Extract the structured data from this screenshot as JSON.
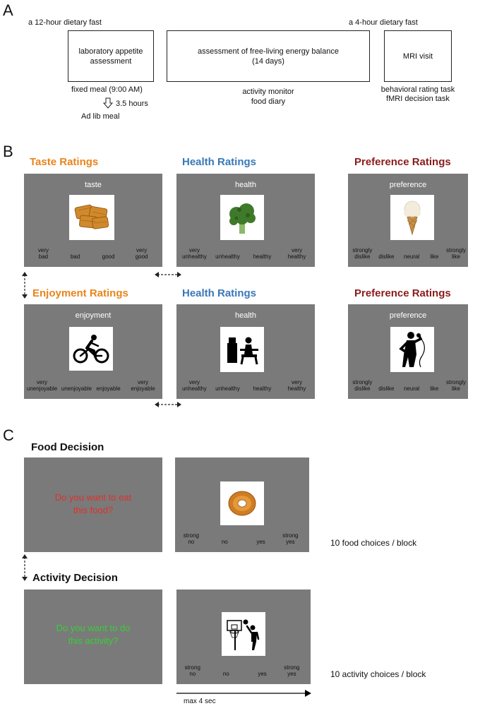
{
  "colors": {
    "taste": "#e8841c",
    "health": "#3a78b8",
    "preference": "#8a1c1c",
    "food_question": "#e0302a",
    "activity_question": "#36d036",
    "screen": "#7a7a7a"
  },
  "panel_a": {
    "letter": "A",
    "fast12": "a 12-hour dietary fast",
    "fast4": "a 4-hour dietary fast",
    "box1": "laboratory appetite\nassessment",
    "box2": "assessment of free-living energy balance\n(14 days)",
    "box3": "MRI visit",
    "fixed_meal": "fixed meal (9:00 AM)",
    "hours": "3.5 hours",
    "adlib": "Ad lib meal",
    "monitor": "activity monitor",
    "diary": "food diary",
    "rating_task": "behavioral rating task",
    "fmri_task": "fMRI decision task"
  },
  "panel_b": {
    "letter": "B",
    "taste_header": "Taste Ratings",
    "health_header_1": "Health Ratings",
    "pref_header_1": "Preference Ratings",
    "enjoy_header": "Enjoyment Ratings",
    "health_header_2": "Health Ratings",
    "pref_header_2": "Preference Ratings",
    "scr_taste": "taste",
    "scr_health": "health",
    "scr_pref": "preference",
    "scr_enjoy": "enjoyment",
    "taste_scale": [
      "very\nbad",
      "bad",
      "good",
      "very\ngood"
    ],
    "health_scale": [
      "very\nunhealthy",
      "unhealthy",
      "healthy",
      "very\nhealthy"
    ],
    "pref_scale": [
      "strongly\ndislike",
      "dislike",
      "neural",
      "like",
      "strongly\nlike"
    ],
    "enjoy_scale": [
      "very\nunenjoyable",
      "unenjoyable",
      "enjoyable",
      "very\nenjoyable"
    ],
    "stim_icons": [
      "waffles-image",
      "broccoli-image",
      "ice-cream-cone-image",
      "cycling-icon",
      "sedentary-desk-icon",
      "singing-icon"
    ]
  },
  "panel_c": {
    "letter": "C",
    "food_header": "Food Decision",
    "activity_header": "Activity Decision",
    "food_question": "Do you want to eat\nthis food?",
    "activity_question": "Do you want to do\nthis activity?",
    "decision_scale": [
      "strong\nno",
      "no",
      "yes",
      "strong\nyes"
    ],
    "food_count": "10  food choices / block",
    "activity_count": "10  activity choices / block",
    "time_label": "max 4 sec",
    "stim_icons": [
      "bagel-image",
      "basketball-icon"
    ]
  }
}
